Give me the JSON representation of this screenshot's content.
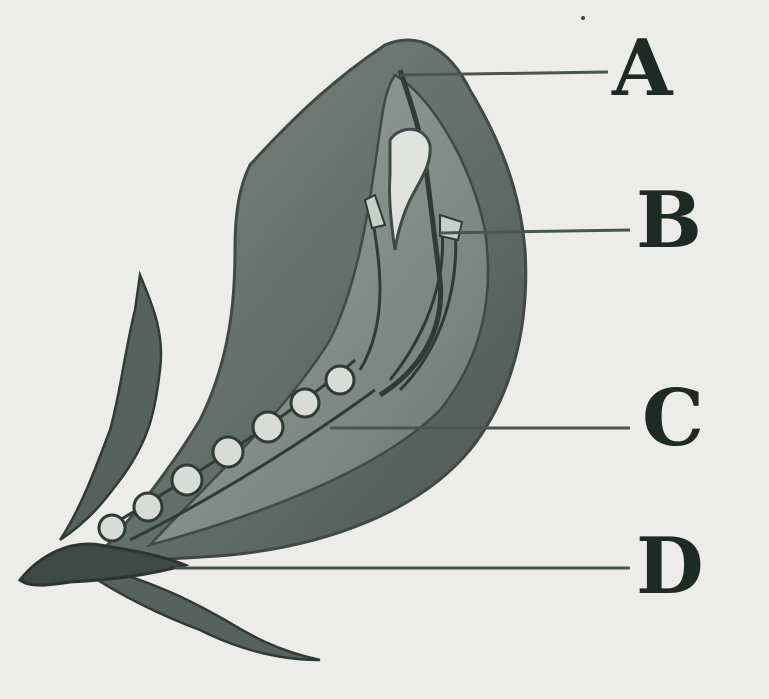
{
  "labels": {
    "a": "A",
    "b": "B",
    "c": "C",
    "d": "D"
  },
  "colors": {
    "background": "#ececea",
    "ink": "#1e2a26",
    "pod": "#5d6a66",
    "pod_dark": "#3d4a46",
    "seed": "#d8dcd6"
  }
}
